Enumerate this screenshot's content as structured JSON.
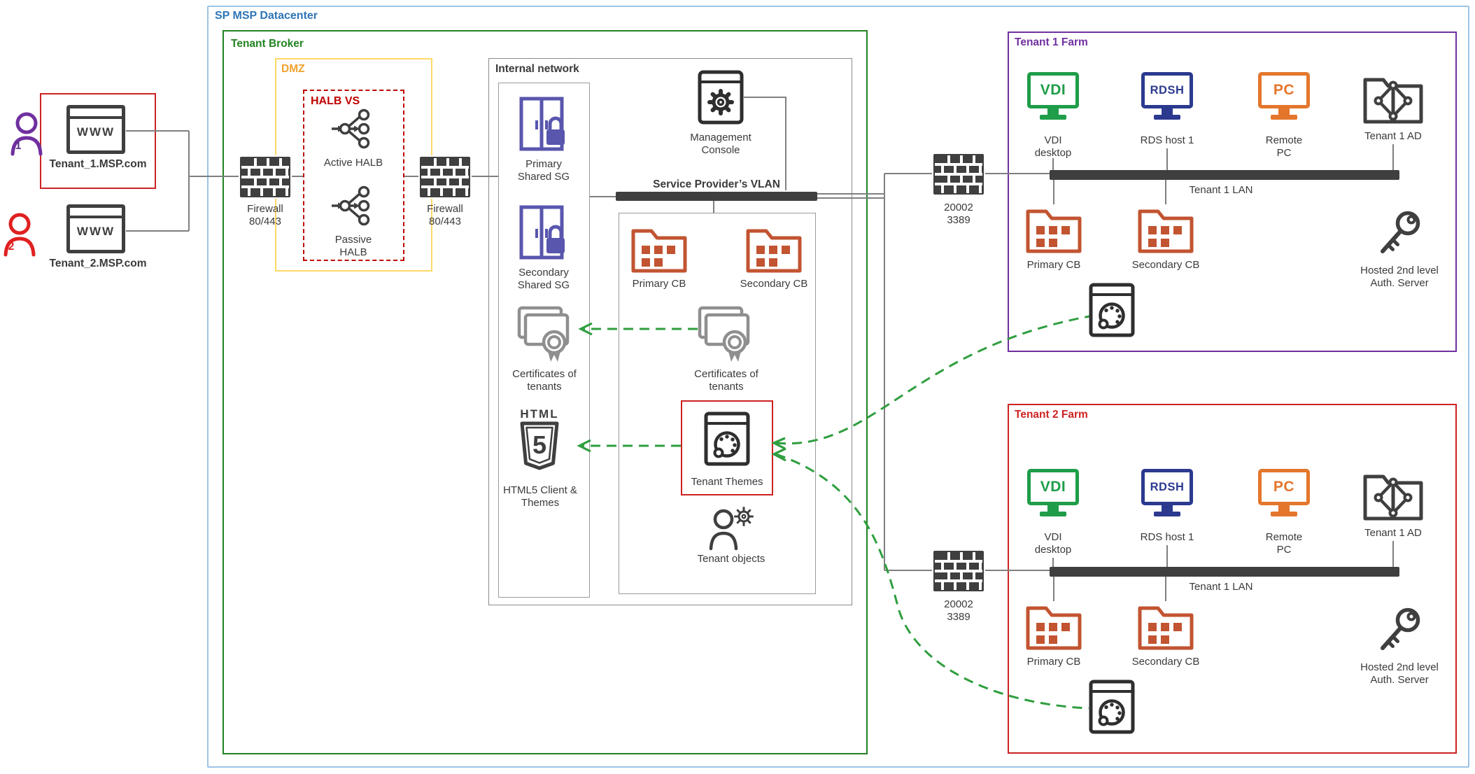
{
  "datacenter": {
    "label": "SP MSP Datacenter"
  },
  "broker": {
    "label": "Tenant Broker"
  },
  "dmz": {
    "label": "DMZ",
    "halb_label": "HALB VS",
    "active": "Active HALB",
    "passive": "Passive HALB"
  },
  "users": {
    "user1": {
      "number": "1",
      "browser": "WWW",
      "domain": "Tenant_1.MSP.com"
    },
    "user2": {
      "number": "2",
      "browser": "WWW",
      "domain": "Tenant_2.MSP.com"
    }
  },
  "firewalls": {
    "edge": {
      "line1": "Firewall",
      "line2": "80/443"
    },
    "inner": {
      "line1": "Firewall",
      "line2": "80/443"
    },
    "farm1": {
      "line1": "20002",
      "line2": "3389"
    },
    "farm2": {
      "line1": "20002",
      "line2": "3389"
    }
  },
  "internal": {
    "label": "Internal network",
    "primary_sg": "Primary Shared SG",
    "secondary_sg": "Secondary Shared SG",
    "certificates_left": "Certificates of tenants",
    "html5_badge": {
      "top": "HTML",
      "number": "5"
    },
    "html5_label": "HTML5 Client & Themes",
    "console": "Management Console",
    "vlan": "Service Provider’s VLAN",
    "primary_cb": "Primary CB",
    "secondary_cb": "Secondary CB",
    "certificates_right": "Certificates of tenants",
    "tenant_themes": "Tenant Themes",
    "tenant_objects": "Tenant objects"
  },
  "farm1": {
    "label": "Tenant 1 Farm",
    "vdi_badge": "VDI",
    "vdi_label": "VDI desktop",
    "rdsh_badge": "RDSH",
    "rdsh_label": "RDS host 1",
    "pc_badge": "PC",
    "pc_label": "Remote PC",
    "ad_label": "Tenant 1 AD",
    "lan_label": "Tenant 1 LAN",
    "primary_cb": "Primary CB",
    "secondary_cb": "Secondary CB",
    "auth_label": "Hosted 2nd level Auth. Server"
  },
  "farm2": {
    "label": "Tenant 2 Farm",
    "vdi_badge": "VDI",
    "vdi_label": "VDI desktop",
    "rdsh_badge": "RDSH",
    "rdsh_label": "RDS host 1",
    "pc_badge": "PC",
    "pc_label": "Remote PC",
    "ad_label": "Tenant 1 AD",
    "lan_label": "Tenant 1 LAN",
    "primary_cb": "Primary CB",
    "secondary_cb": "Secondary CB",
    "auth_label": "Hosted 2nd level Auth. Server"
  },
  "colors": {
    "datacenter_border": "#9dc3e6",
    "datacenter_text": "#2e75b6",
    "broker": "#218321",
    "dmz_border": "#ffd966",
    "dmz_text": "#f0a22e",
    "halb_red": "#c00000",
    "farm1_purple": "#7030a0",
    "farm2_red": "#cc2222",
    "user1": "#7030a0",
    "user2": "#e02020",
    "sg_icon": "#5856ad",
    "cb_icon": "#c25431",
    "vdi": "#1f9d49",
    "rdsh": "#2b3a8f",
    "pc": "#e4762c",
    "cert_gray": "#8f8f8f",
    "dark": "#3f3f3f",
    "wire": "#7f7f7f",
    "green_dash": "#2f9e3f"
  }
}
